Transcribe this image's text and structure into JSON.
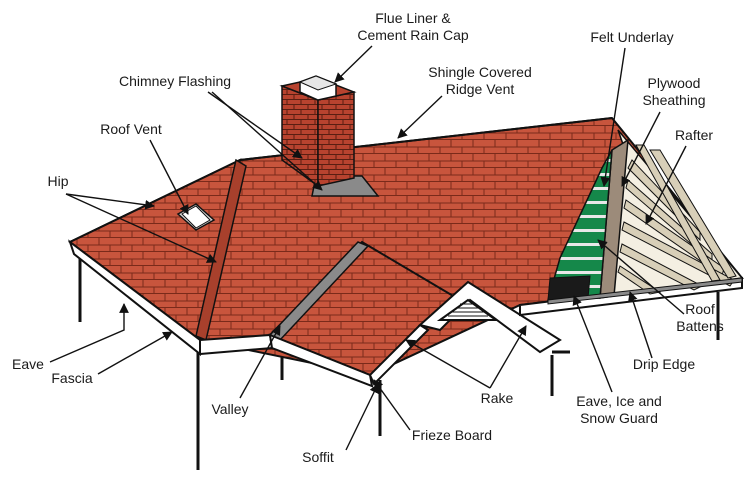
{
  "labels": {
    "flue_liner": [
      "Flue Liner &",
      "Cement Rain Cap"
    ],
    "felt_underlay": "Felt Underlay",
    "chimney_flashing": "Chimney Flashing",
    "ridge_vent": [
      "Shingle Covered",
      "Ridge Vent"
    ],
    "plywood": [
      "Plywood",
      "Sheathing"
    ],
    "roof_vent": "Roof Vent",
    "rafter": "Rafter",
    "hip": "Hip",
    "roof_battens": [
      "Roof",
      "Battens"
    ],
    "eave": "Eave",
    "fascia": "Fascia",
    "drip_edge": "Drip Edge",
    "valley": "Valley",
    "rake": "Rake",
    "eave_guard": [
      "Eave, Ice and",
      "Snow Guard"
    ],
    "frieze_board": "Frieze Board",
    "soffit": "Soffit"
  },
  "colors": {
    "shingle": "#c8553d",
    "shingle_dark": "#a8402c",
    "brick": "#b8432f",
    "felt": "#15884a",
    "plywood": "#9c8b7a",
    "rafter": "#d8cfb8",
    "flashing": "#8a8a8a"
  }
}
